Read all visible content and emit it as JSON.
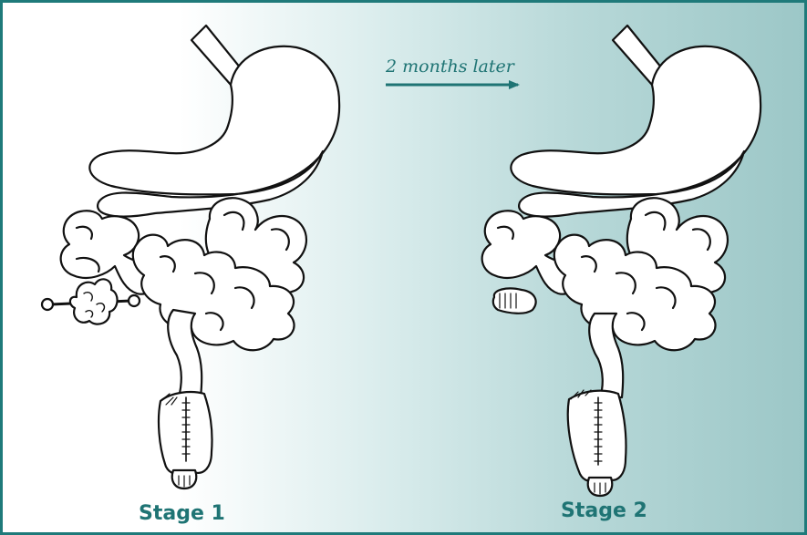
{
  "figure": {
    "transition_label": "2 months later",
    "stages": [
      {
        "label": "Stage 1"
      },
      {
        "label": "Stage 2"
      }
    ]
  },
  "colors": {
    "accent": "#1f7474",
    "border": "#1f7a7a",
    "outline": "#111111",
    "organ_fill": "#ffffff",
    "background_end": "#9cc7c7"
  }
}
